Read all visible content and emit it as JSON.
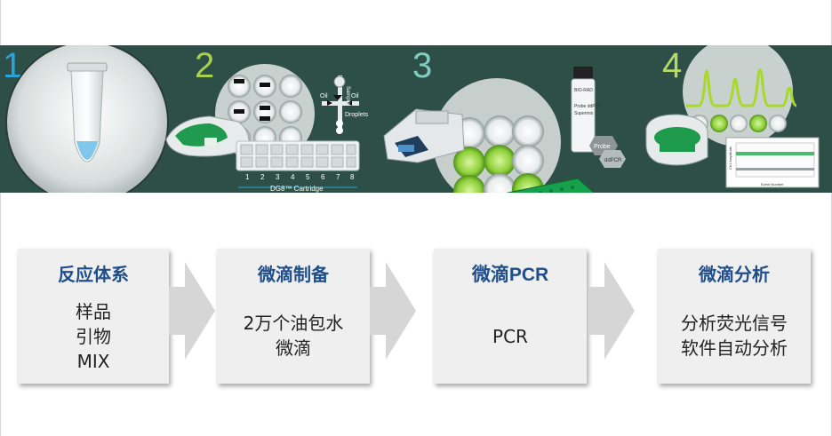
{
  "banner": {
    "steps": [
      "1",
      "2",
      "3",
      "4"
    ],
    "cartridge_label": "DG8™ Cartridge",
    "cartridge_numbers": [
      "1",
      "2",
      "3",
      "4",
      "5",
      "6",
      "7",
      "8"
    ],
    "droplets_label": "Droplets",
    "oil_label": "Oil",
    "sample_label": "Sample",
    "probe_label": "Probe",
    "ddpcr_label": "ddPCR",
    "bottle_brand": "BIO-RAD",
    "bottle_lines": [
      "Probe ddPCR",
      "Supermix"
    ],
    "plot_xlabel": "Event Number",
    "plot_ylabel": "Ch1 Amplitude"
  },
  "boxes": [
    {
      "title": "反应体系",
      "lines": [
        "样品",
        "引物",
        "MIX"
      ]
    },
    {
      "title": "微滴制备",
      "lines": [
        "2万个油包水",
        "微滴"
      ]
    },
    {
      "title": "微滴PCR",
      "lines": [
        "PCR"
      ]
    },
    {
      "title": "微滴分析",
      "lines": [
        "分析荧光信号",
        "软件自动分析"
      ]
    }
  ],
  "colors": {
    "banner_bg": "#2d4f47",
    "step1": "#2aa3d6",
    "step2": "#a7d14a",
    "step3": "#7ecdc0",
    "step4": "#b5d969",
    "title": "#1f4e8a",
    "box_bg": "#efefef",
    "arrow": "#d6d6d6"
  }
}
